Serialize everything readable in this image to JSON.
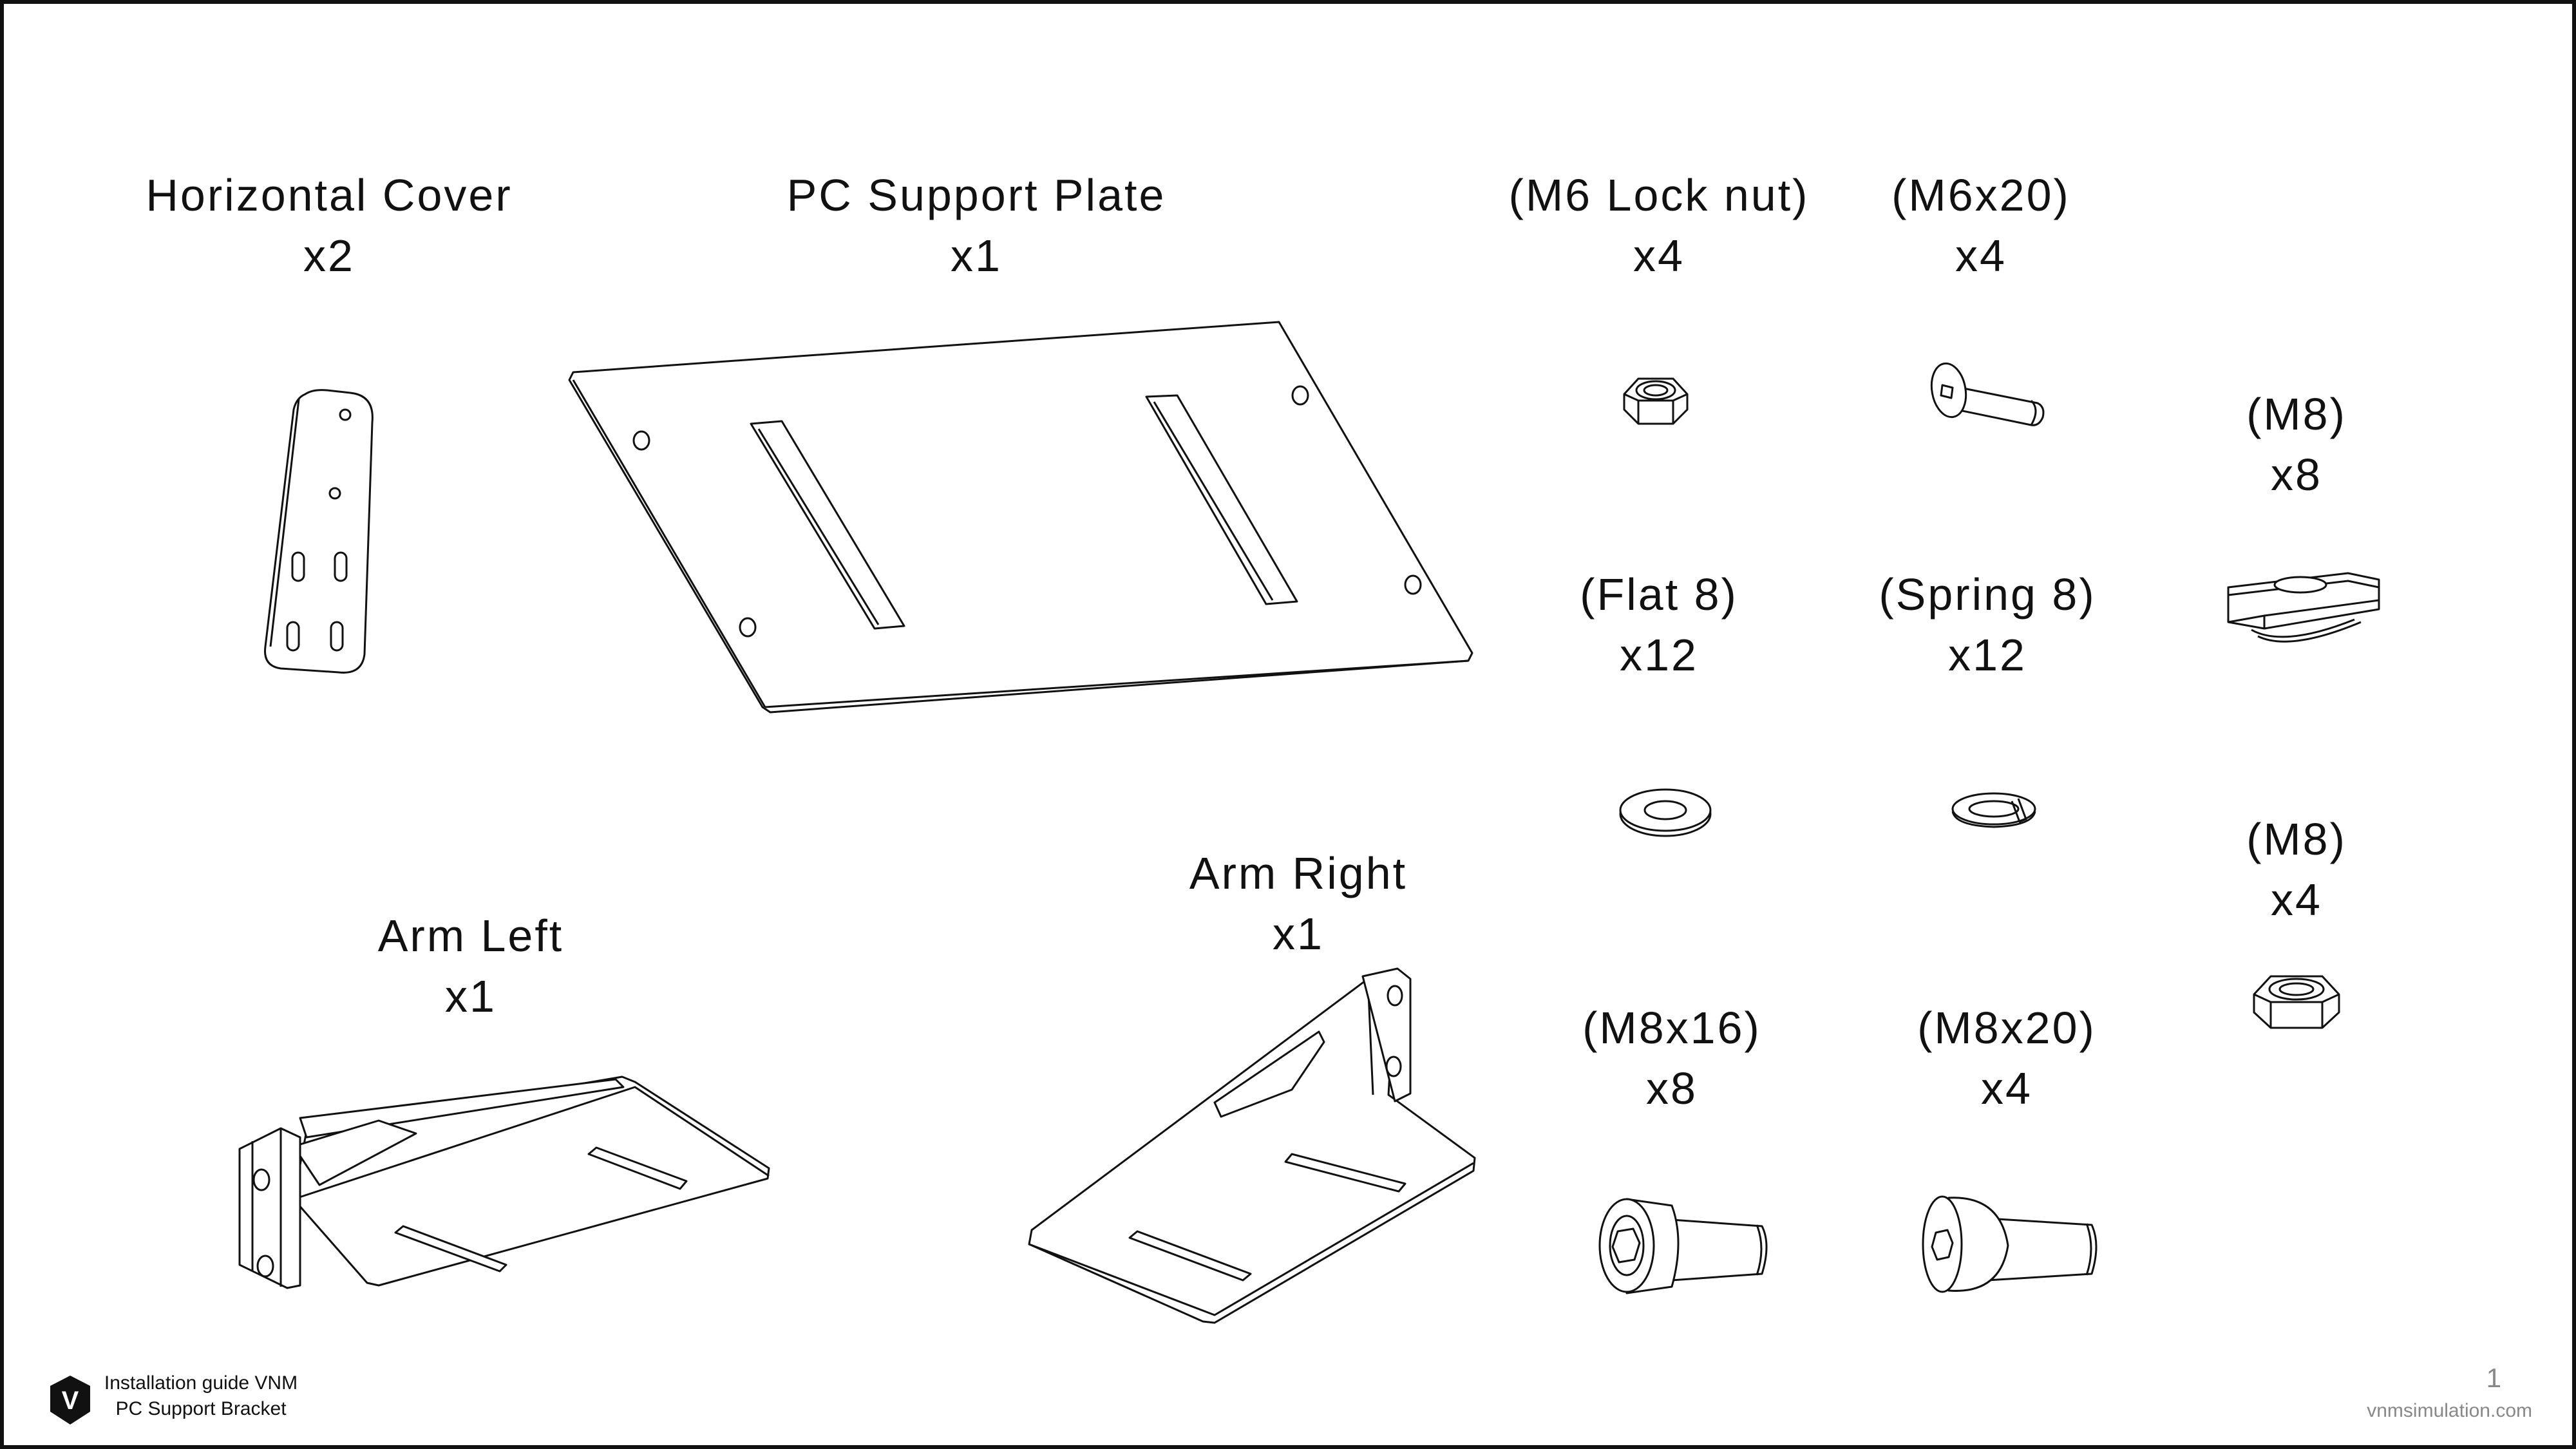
{
  "parts": {
    "horizontal_cover": {
      "name": "Horizontal Cover",
      "qty": "x2"
    },
    "pc_support_plate": {
      "name": "PC Support Plate",
      "qty": "x1"
    },
    "m6_lock_nut": {
      "name": "(M6 Lock nut)",
      "qty": "x4"
    },
    "m6x20": {
      "name": "(M6x20)",
      "qty": "x4"
    },
    "m8_tnut": {
      "name": "(M8)",
      "qty": "x8"
    },
    "flat8": {
      "name": "(Flat 8)",
      "qty": "x12"
    },
    "spring8": {
      "name": "(Spring 8)",
      "qty": "x12"
    },
    "m8_nut": {
      "name": "(M8)",
      "qty": "x4"
    },
    "arm_left": {
      "name": "Arm Left",
      "qty": "x1"
    },
    "arm_right": {
      "name": "Arm Right",
      "qty": "x1"
    },
    "m8x16": {
      "name": "(M8x16)",
      "qty": "x8"
    },
    "m8x20": {
      "name": "(M8x20)",
      "qty": "x4"
    }
  },
  "footer": {
    "logo_letter": "V",
    "guide_title": "Installation guide VNM",
    "guide_subtitle": "PC Support Bracket",
    "page_number": "1",
    "website": "vnmsimulation.com"
  },
  "icons": {
    "logo": "vnm-shield-icon"
  },
  "colors": {
    "ink": "#111111",
    "muted": "#888888",
    "background": "#ffffff"
  }
}
